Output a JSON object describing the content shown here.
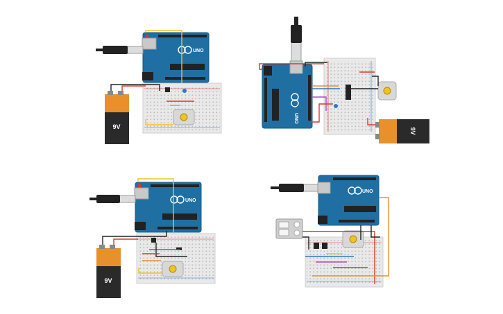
{
  "circuits": [
    {
      "id": "circuit-top-left",
      "battery_label": "9V",
      "board_label": "UNO",
      "board_brand": "ARDUINO"
    },
    {
      "id": "circuit-top-right",
      "battery_label": "9V",
      "board_label": "UNO",
      "board_brand": "ARDUINO"
    },
    {
      "id": "circuit-bottom-left",
      "battery_label": "9V",
      "board_label": "UNO",
      "board_brand": "ARDUINO"
    },
    {
      "id": "circuit-bottom-right",
      "board_label": "UNO",
      "board_brand": "ARDUINO"
    }
  ],
  "colors": {
    "arduino_blue": "#1f6fa3",
    "breadboard": "#e9e9e9",
    "battery_body": "#2a2a2a",
    "battery_cap": "#e8902a",
    "wire_red": "#d63a2f",
    "wire_yellow": "#f2c31b",
    "wire_orange": "#e8902a",
    "wire_black": "#222222",
    "wire_blue": "#2e78c7",
    "wire_purple": "#b348c4",
    "motor": "#d8d8d8"
  }
}
